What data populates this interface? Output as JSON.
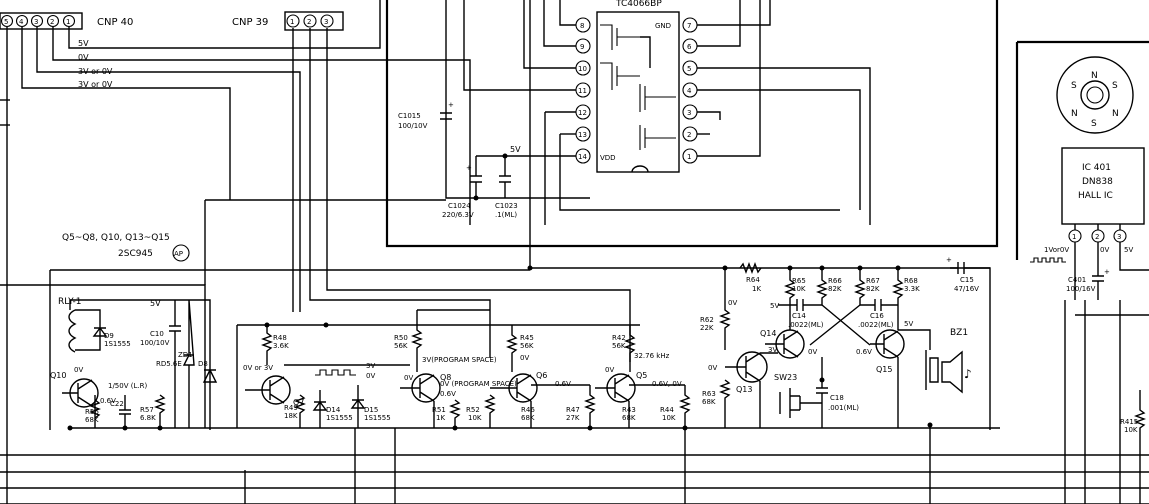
{
  "connectors": {
    "cnp40": {
      "label": "CNP 40",
      "pins": [
        "5",
        "4",
        "3",
        "2",
        "1"
      ]
    },
    "cnp39": {
      "label": "CNP 39",
      "pins": [
        "1",
        "2",
        "3"
      ]
    },
    "cnp40_wire_labels": [
      "5V",
      "0V",
      "3V or 0V",
      "3V or 0V"
    ]
  },
  "ic_top": {
    "part_label": "TC4066BP",
    "left_pins": [
      "8",
      "9",
      "10",
      "11",
      "12",
      "13",
      "14"
    ],
    "right_pins": [
      "7",
      "6",
      "5",
      "4",
      "3",
      "2",
      "1"
    ],
    "gnd_label": "GND",
    "vdd_label": "VDD",
    "supply_label": "5V"
  },
  "top_caps": {
    "c1015": {
      "ref": "C1015",
      "value": "100/10V"
    },
    "c1024": {
      "ref": "C1024",
      "value": "220/6.3V"
    },
    "c1023": {
      "ref": "C1023",
      "value": ".1(ML)"
    }
  },
  "transistor_note": {
    "line1": "Q5~Q8, Q10, Q13~Q15",
    "line2": "2SC945",
    "badge": "AP"
  },
  "relay_section": {
    "rly": "RLY-1",
    "supply": "5V",
    "d9": {
      "ref": "D9",
      "value": "1S1555"
    },
    "c10": {
      "ref": "C10",
      "value": "100/10V"
    },
    "rd5": "RD5.6E",
    "zd1": "ZD1",
    "d8": "D8",
    "q10": "Q10",
    "q10_v": "0V",
    "q10_be": "0.6V",
    "c22": {
      "ref": "C22",
      "value": "1/50V (L.R)"
    },
    "r56": {
      "ref": "R56",
      "value": "68K"
    },
    "r57": {
      "ref": "R57",
      "value": "6.8K"
    }
  },
  "q7_section": {
    "r48": {
      "ref": "R48",
      "value": "3.6K"
    },
    "q7": "Q7",
    "base_v": "0V or 3V",
    "collector_v1": "3V",
    "collector_v2": "0V",
    "r49": {
      "ref": "R49",
      "value": "18K"
    },
    "d14": {
      "ref": "D14",
      "value": "1S1555"
    },
    "d15": {
      "ref": "D15",
      "value": "1S1555"
    }
  },
  "q8_section": {
    "r50": {
      "ref": "R50",
      "value": "56K"
    },
    "q8": "Q8",
    "v_program_space": "3V(PROGRAM SPACE)",
    "v_program_space2": "0V (PROGRAM SPACE)",
    "v_be": "0.6V",
    "v_b": "0V",
    "r51": {
      "ref": "R51",
      "value": "1K"
    },
    "r52": {
      "ref": "R52",
      "value": "10K"
    }
  },
  "q6_section": {
    "r45": {
      "ref": "R45",
      "value": "56K"
    },
    "q6": "Q6",
    "v_c": "0V",
    "v_be": "0.6V",
    "r46": {
      "ref": "R46",
      "value": "68K"
    },
    "r47": {
      "ref": "R47",
      "value": "27K"
    }
  },
  "q5_section": {
    "r42": {
      "ref": "R42",
      "value": "56K"
    },
    "q5": "Q5",
    "freq": "32.76 kHz",
    "v_c": "0V",
    "v_be": "0.6V, 0V",
    "r43": {
      "ref": "R43",
      "value": "68K"
    },
    "r44": {
      "ref": "R44",
      "value": "10K"
    }
  },
  "buzzer_section": {
    "r64": {
      "ref": "R64",
      "value": "1K"
    },
    "r62": {
      "ref": "R62",
      "value": "22K"
    },
    "r63": {
      "ref": "R63",
      "value": "68K"
    },
    "q13": "Q13",
    "q13_v": "0V",
    "q13_top": "0V",
    "r65": {
      "ref": "R65",
      "value": "10K"
    },
    "r66": {
      "ref": "R66",
      "value": "82K"
    },
    "r67": {
      "ref": "R67",
      "value": "82K"
    },
    "r68": {
      "ref": "R68",
      "value": "3.3K"
    },
    "c14": {
      "ref": "C14",
      "value": ".0022(ML)"
    },
    "c16": {
      "ref": "C16",
      "value": ".0022(ML)"
    },
    "c15": {
      "ref": "C15",
      "value": "47/16V"
    },
    "c18": {
      "ref": "C18",
      "value": ".001(ML)"
    },
    "q14": "Q14",
    "q15": "Q15",
    "v_q14b": "3V",
    "v_q14e": "0V",
    "v_q15": "0.6V",
    "v_q15c": "5V",
    "v_5v": "5V",
    "sw23": "SW23",
    "bz1": "BZ1"
  },
  "hall_ic": {
    "ref": "IC 401",
    "part": "DN838",
    "desc": "HALL IC",
    "pins": [
      "1",
      "2",
      "3"
    ],
    "pin_labels": [
      "1Vor0V",
      "0V",
      "5V"
    ],
    "c401": {
      "ref": "C401",
      "value": "100/16V"
    },
    "r415": {
      "ref": "R415",
      "value": "10K"
    }
  },
  "magnet": {
    "poles": [
      "N",
      "S",
      "N",
      "S",
      "N",
      "S"
    ]
  }
}
